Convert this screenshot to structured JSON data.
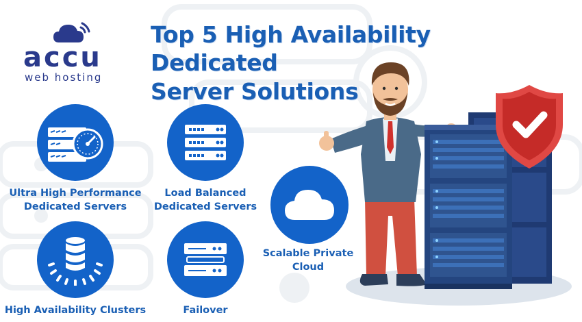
{
  "logo": {
    "wordmark": "accu",
    "subtitle": "web hosting"
  },
  "title": {
    "line1": "Top 5 High Availability Dedicated",
    "line2": "Server Solutions"
  },
  "features": [
    {
      "icon": "server-speedometer-icon",
      "line1": "Ultra High Performance",
      "line2": "Dedicated Servers"
    },
    {
      "icon": "server-rack-icon",
      "line1": "Load Balanced",
      "line2": "Dedicated Servers"
    },
    {
      "icon": "database-cluster-icon",
      "line1": "High Availability Clusters",
      "line2": ""
    },
    {
      "icon": "failover-server-icon",
      "line1": "Failover",
      "line2": ""
    },
    {
      "icon": "cloud-icon",
      "line1": "Scalable Private",
      "line2": "Cloud"
    }
  ],
  "illustration": {
    "figure": "businessman-icon",
    "racks": "server-rack-illustration",
    "badge": "shield-check-icon"
  },
  "colors": {
    "primary": "#1363c9",
    "title": "#1a5fb4",
    "logo": "#2a3a8c",
    "shield": "#d0312d",
    "rack": "#2a4a8a",
    "suit": "#4a6a88",
    "pants": "#d05040"
  }
}
